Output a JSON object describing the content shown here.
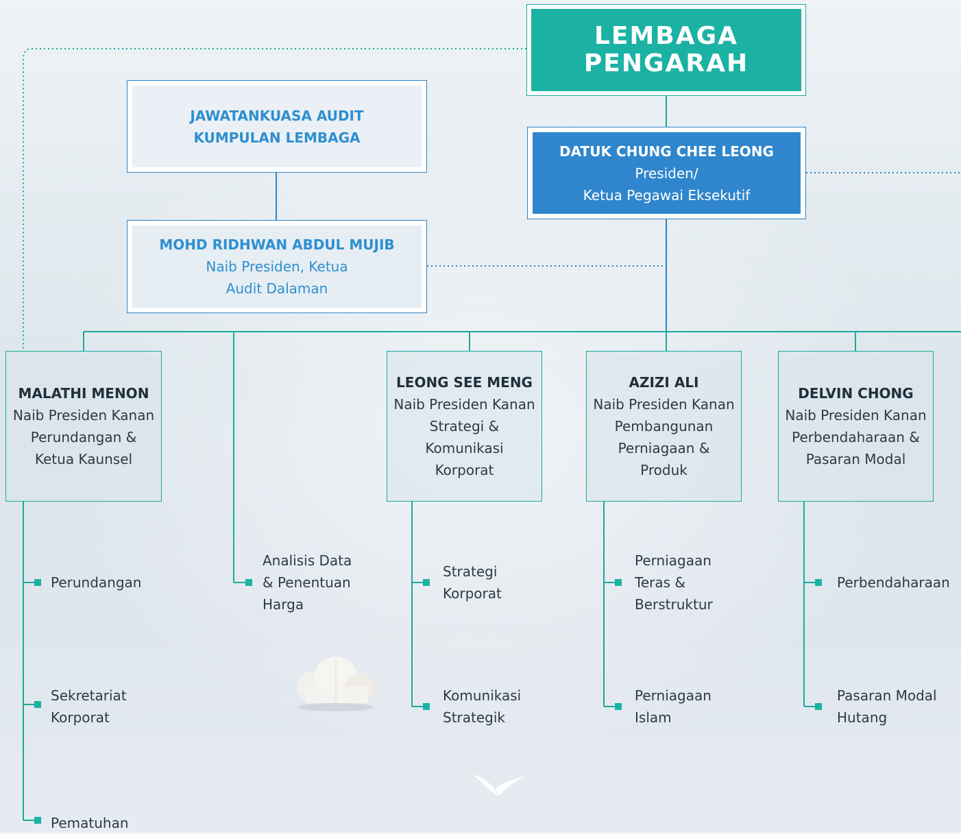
{
  "board": {
    "title": "LEMBAGA\nPENGARAH"
  },
  "audit_committee": {
    "title": "JAWATANKUASA AUDIT\nKUMPULAN LEMBAGA"
  },
  "ceo": {
    "name": "DATUK CHUNG CHEE LEONG",
    "role": "Presiden/\nKetua Pegawai Eksekutif"
  },
  "internal_audit": {
    "name": "MOHD RIDHWAN ABDUL MUJIB",
    "role": "Naib Presiden, Ketua\nAudit Dalaman"
  },
  "executives": [
    {
      "name": "MALATHI MENON",
      "role": "Naib Presiden Kanan\nPerundangan &\nKetua Kaunsel"
    },
    {
      "name": "LEONG SEE MENG",
      "role": "Naib Presiden Kanan\nStrategi &\nKomunikasi\nKorporat"
    },
    {
      "name": "AZIZI ALI",
      "role": "Naib Presiden Kanan\nPembangunan\nPerniagaan &\nProduk"
    },
    {
      "name": "DELVIN CHONG",
      "role": "Naib Presiden Kanan\nPerbendaharaan &\nPasaran Modal"
    }
  ],
  "departments": {
    "legal": [
      "Perundangan",
      "Sekretariat\nKorporat",
      "Pematuhan"
    ],
    "data": "Analisis Data\n& Penentuan\nHarga",
    "strategy": [
      "Strategi\nKorporat",
      "Komunikasi\nStrategik"
    ],
    "business": [
      "Perniagaan\nTeras &\nBerstruktur",
      "Perniagaan\nIslam"
    ],
    "treasury": [
      "Perbendaharaan",
      "Pasaran Modal\nHutang"
    ]
  },
  "colors": {
    "teal": "#1bb2a4",
    "blue": "#2f86cc",
    "line_blue": "#2d84c5",
    "line_teal": "#1aa99c"
  }
}
